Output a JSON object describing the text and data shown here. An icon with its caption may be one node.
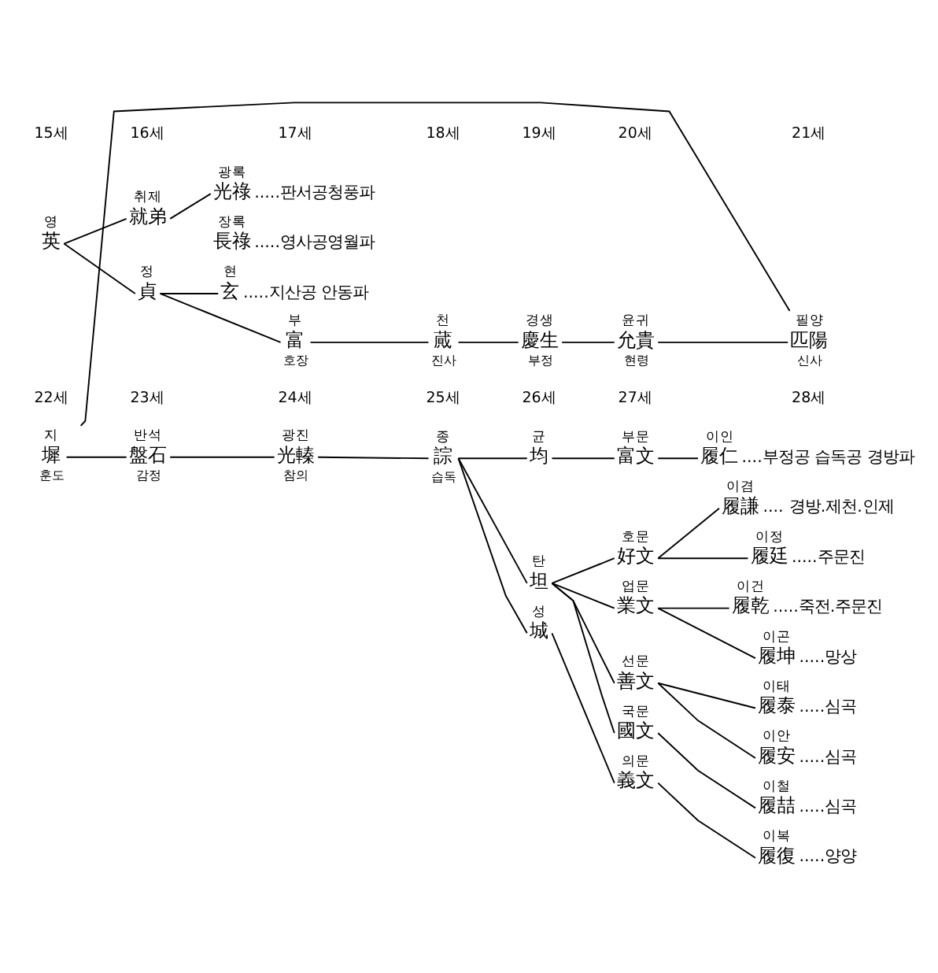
{
  "diagram": {
    "nodes": [
      {
        "text": [
          "영",
          "英"
        ]
      },
      {
        "text": [
          "취제",
          "就弟"
        ]
      },
      {
        "text": [
          "광록",
          "光祿"
        ],
        "beside": [
          ".....판서공청풍파"
        ]
      },
      {
        "text": [
          "장록",
          "長祿"
        ],
        "beside": [
          ".....영사공영월파"
        ]
      },
      {
        "text": [
          "정",
          "貞"
        ]
      },
      {
        "text": [
          "현",
          "玄"
        ],
        "beside": [
          ".....지산공 안동파"
        ]
      },
      {
        "text": [
          "부",
          "富",
          "호장"
        ]
      },
      {
        "text": [
          "천",
          "蕆",
          "진사"
        ]
      },
      {
        "text": [
          "경생",
          "慶生",
          "부정"
        ]
      },
      {
        "text": [
          "윤귀",
          "允貴",
          "현령"
        ]
      },
      {
        "text": [
          "필양",
          "匹陽",
          "신사"
        ]
      },
      {
        "text": [
          "지",
          "墀",
          "훈도"
        ]
      },
      {
        "text": [
          "반석",
          "盤石",
          "감정"
        ]
      },
      {
        "text": [
          "광진",
          "光轃",
          "참의"
        ]
      },
      {
        "text": [
          "종",
          "誴",
          "습독"
        ]
      },
      {
        "text": [
          "균",
          "均"
        ]
      },
      {
        "text": [
          "부문",
          "富文"
        ]
      },
      {
        "text": [
          "이인",
          "履仁"
        ],
        "beside": [
          "....부정공 습독공 경방파"
        ]
      },
      {
        "text": [
          "탄",
          "坦"
        ]
      },
      {
        "text": [
          "호문",
          "好文"
        ]
      },
      {
        "text": [
          "이겸",
          "履謙"
        ],
        "beside": [
          "....",
          "경방.제천.인제"
        ]
      },
      {
        "text": [
          "이정",
          "履廷"
        ],
        "beside": [
          ".....주문진"
        ]
      },
      {
        "text": [
          "업문",
          "業文"
        ]
      },
      {
        "text": [
          "이건",
          "履乾"
        ],
        "beside": [
          ".....죽전.주문진"
        ]
      },
      {
        "text": [
          "이곤",
          "履坤"
        ],
        "beside": [
          ".....망상"
        ]
      },
      {
        "text": [
          "선문",
          "善文"
        ]
      },
      {
        "text": [
          "이태",
          "履泰"
        ],
        "beside": [
          ".....심곡"
        ]
      },
      {
        "text": [
          "이안",
          "履安"
        ],
        "beside": [
          ".....심곡"
        ]
      },
      {
        "text": [
          "국문",
          "國文"
        ]
      },
      {
        "text": [
          "이철",
          "履喆"
        ],
        "beside": [
          ".....심곡"
        ]
      },
      {
        "text": [
          "성",
          "城"
        ]
      },
      {
        "text": [
          "의문",
          "義文"
        ]
      },
      {
        "text": [
          "이복",
          "履復"
        ],
        "beside": [
          ".....양양"
        ]
      }
    ],
    "edges": [
      {
        "from": 0,
        "to": 1,
        "arrow": "none"
      },
      {
        "from": 0,
        "to": 4,
        "arrow": "none"
      },
      {
        "from": 1,
        "to": 2,
        "arrow": "none"
      },
      {
        "from": 4,
        "to": 5,
        "arrow": "none"
      },
      {
        "from": 4,
        "to": 6,
        "arrow": "none"
      },
      {
        "from": 6,
        "to": 7,
        "arrow": "none"
      },
      {
        "from": 7,
        "to": 8,
        "arrow": "none"
      },
      {
        "from": 8,
        "to": 9,
        "arrow": "none"
      },
      {
        "from": 9,
        "to": 10,
        "arrow": "none"
      },
      {
        "from": 10,
        "to": 11,
        "arrow": "none"
      },
      {
        "from": 11,
        "to": 12,
        "arrow": "none"
      },
      {
        "from": 12,
        "to": 13,
        "arrow": "none"
      },
      {
        "from": 13,
        "to": 14,
        "arrow": "none"
      },
      {
        "from": 14,
        "to": 15,
        "arrow": "none"
      },
      {
        "from": 14,
        "to": 18,
        "arrow": "none"
      },
      {
        "from": 14,
        "to": 30,
        "arrow": "none"
      },
      {
        "from": 15,
        "to": 16,
        "arrow": "none"
      },
      {
        "from": 16,
        "to": 17,
        "arrow": "none"
      },
      {
        "from": 18,
        "to": 19,
        "arrow": "none"
      },
      {
        "from": 18,
        "to": 22,
        "arrow": "none"
      },
      {
        "from": 18,
        "to": 25,
        "arrow": "none"
      },
      {
        "from": 18,
        "to": 28,
        "arrow": "none"
      },
      {
        "from": 19,
        "to": 20,
        "arrow": "none"
      },
      {
        "from": 19,
        "to": 21,
        "arrow": "none"
      },
      {
        "from": 22,
        "to": 23,
        "arrow": "none"
      },
      {
        "from": 22,
        "to": 24,
        "arrow": "none"
      },
      {
        "from": 25,
        "to": 26,
        "arrow": "none"
      },
      {
        "from": 25,
        "to": 27,
        "arrow": "none"
      },
      {
        "from": 28,
        "to": 29,
        "arrow": "none"
      },
      {
        "from": 30,
        "to": 31,
        "arrow": "none"
      },
      {
        "from": 31,
        "to": 32,
        "arrow": "none"
      }
    ],
    "labels": [
      "15세",
      "16세",
      "17세",
      "18세",
      "19세",
      "20세",
      "21세",
      "22세",
      "23세",
      "24세",
      "25세",
      "26세",
      "27세",
      "28세"
    ]
  }
}
